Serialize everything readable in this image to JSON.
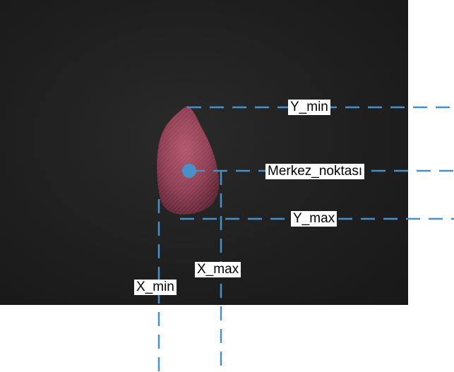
{
  "figure": {
    "colors": {
      "background": "#1f1f1f",
      "guide_line": "#4a90c8",
      "center_point": "#4a90c8",
      "seed_fill": "#9b4a5e",
      "label_bg": "#ffffff"
    },
    "labels": {
      "y_min": "Y_min",
      "center": "Merkez_noktası",
      "y_max": "Y_max",
      "x_max": "X_max",
      "x_min": "X_min"
    }
  }
}
